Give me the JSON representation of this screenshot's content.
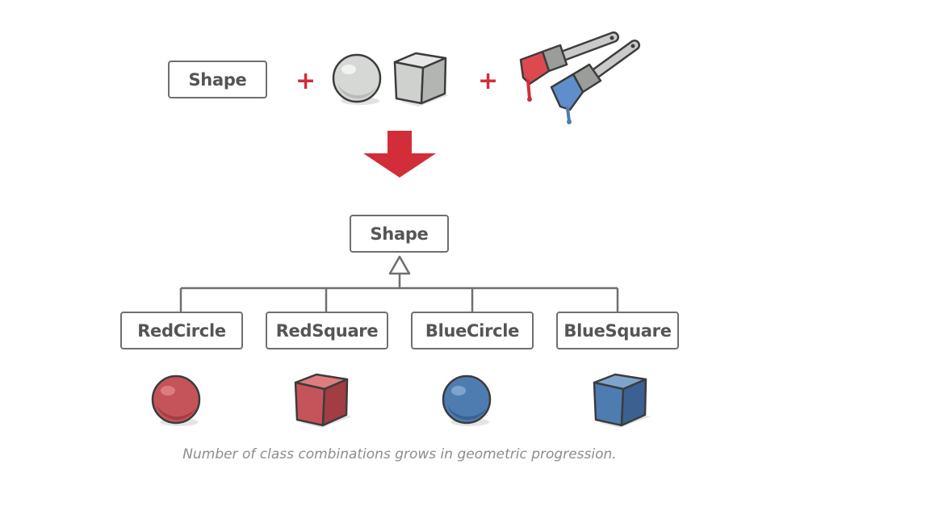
{
  "top": {
    "shape_label": "Shape"
  },
  "operator": "+",
  "hierarchy": {
    "parent_label": "Shape",
    "children": [
      {
        "label": "RedCircle",
        "shape": "circle",
        "color": "#c4545a"
      },
      {
        "label": "RedSquare",
        "shape": "cube",
        "color": "#c4545a"
      },
      {
        "label": "BlueCircle",
        "shape": "circle",
        "color": "#4e7cb0"
      },
      {
        "label": "BlueSquare",
        "shape": "cube",
        "color": "#4e7cb0"
      }
    ]
  },
  "caption": "Number of class combinations grows in geometric progression.",
  "icons": [
    "sphere-icon",
    "cube-icon",
    "red-paintbrush-icon",
    "blue-paintbrush-icon",
    "down-arrow-icon",
    "inheritance-arrow-icon"
  ],
  "colors": {
    "accent_red": "#d12e3a",
    "red": "#c4545a",
    "blue": "#4e7cb0",
    "gray_object": "#d6d8d6",
    "outline": "#3c3c3c",
    "box_border": "#6f6f6f",
    "text": "#555555",
    "caption": "#8c8c8c"
  }
}
